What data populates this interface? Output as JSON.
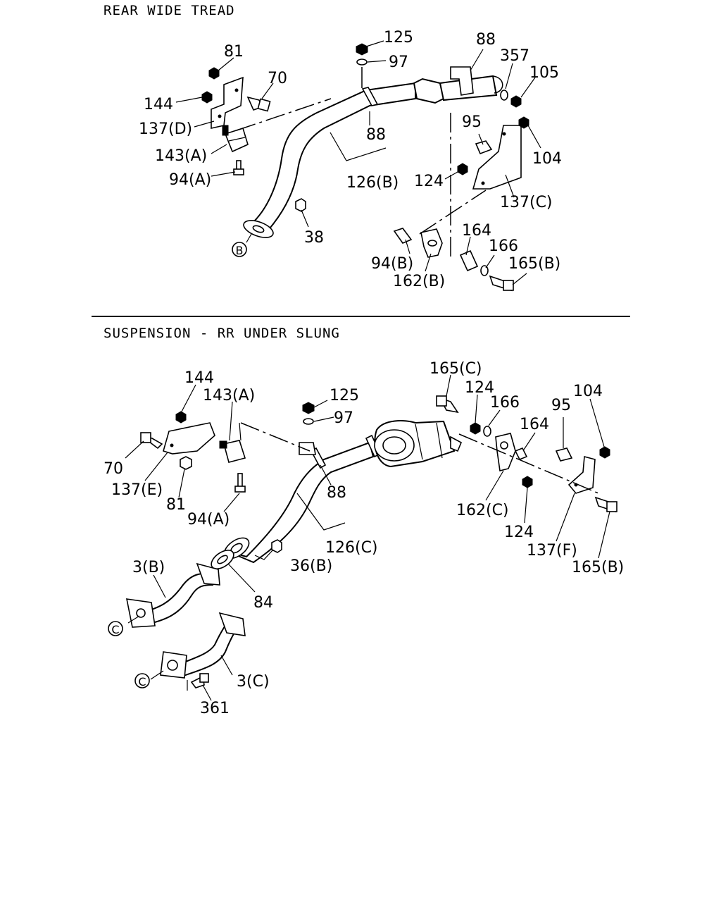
{
  "sections": [
    {
      "title": "REAR WIDE TREAD"
    },
    {
      "title": "SUSPENSION - RR UNDER SLUNG"
    }
  ],
  "top_labels": {
    "l125": "125",
    "l97": "97",
    "l88a": "88",
    "l357": "357",
    "l105": "105",
    "l81": "81",
    "l70": "70",
    "l144": "144",
    "l137d": "137(D)",
    "l143a": "143(A)",
    "l94a": "94(A)",
    "l88b": "88",
    "l126b": "126(B)",
    "l95": "95",
    "l104": "104",
    "l124": "124",
    "l137c": "137(C)",
    "l38": "38",
    "l164": "164",
    "l166": "166",
    "l94b": "94(B)",
    "l165b": "165(B)",
    "l162b": "162(B)",
    "circB": "B"
  },
  "bottom_labels": {
    "l165c": "165(C)",
    "l124a": "124",
    "l166": "166",
    "l104": "104",
    "l95": "95",
    "l164": "164",
    "l144": "144",
    "l143a": "143(A)",
    "l125": "125",
    "l97": "97",
    "l70": "70",
    "l137e": "137(E)",
    "l81": "81",
    "l94a": "94(A)",
    "l88": "88",
    "l162c": "162(C)",
    "l124b": "124",
    "l137f": "137(F)",
    "l165b": "165(B)",
    "l126c": "126(C)",
    "l36b": "36(B)",
    "l3b": "3(B)",
    "l84": "84",
    "l3c": "3(C)",
    "l361": "361",
    "circC1": "C",
    "circC2": "C"
  }
}
